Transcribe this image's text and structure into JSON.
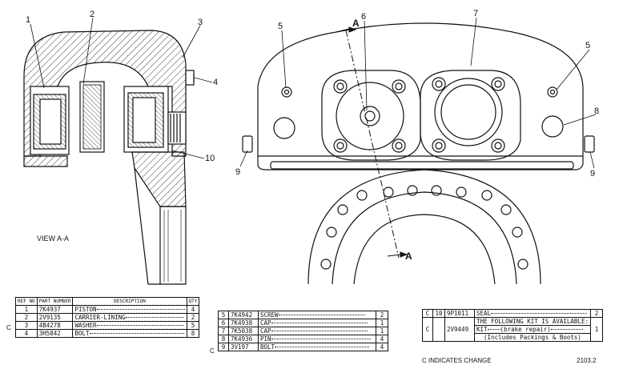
{
  "callouts": {
    "left": [
      "1",
      "2",
      "3",
      "4",
      "10"
    ],
    "right": [
      "5",
      "6",
      "7",
      "5",
      "8",
      "9",
      "9"
    ]
  },
  "view_label": "VIEW A-A",
  "section_letter": "A",
  "table_left": {
    "headers": {
      "ref": "REF NO",
      "part": "PART NUMBER",
      "desc": "DESCRIPTION",
      "qty": "QTY"
    },
    "rows": [
      {
        "change": "",
        "ref": "1",
        "part": "7K4937",
        "desc": "PISTON",
        "qty": "4"
      },
      {
        "change": "C",
        "ref": "2",
        "part": "2V9135",
        "desc": "CARRIER-LINING",
        "qty": "2"
      },
      {
        "change": "",
        "ref": "3",
        "part": "4B4278",
        "desc": "WASHER",
        "qty": "5"
      },
      {
        "change": "",
        "ref": "4",
        "part": "3H5842",
        "desc": "BOLT",
        "qty": "8"
      }
    ]
  },
  "table_mid": {
    "rows": [
      {
        "change": "",
        "ref": "5",
        "part": "7K4942",
        "desc": "SCREW",
        "qty": "2"
      },
      {
        "change": "",
        "ref": "6",
        "part": "7K4938",
        "desc": "CAP",
        "qty": "1"
      },
      {
        "change": "",
        "ref": "7",
        "part": "7K5038",
        "desc": "CAP",
        "qty": "1"
      },
      {
        "change": "",
        "ref": "8",
        "part": "7K4936",
        "desc": "PIN",
        "qty": "4"
      },
      {
        "change": "C",
        "ref": "9",
        "part": "3V197",
        "desc": "BOLT",
        "qty": "4"
      }
    ]
  },
  "table_right": {
    "row1": {
      "change": "C",
      "ref": "10",
      "part": "9P1011",
      "desc": "SEAL",
      "qty": "2"
    },
    "kit_heading": "THE FOLLOWING KIT IS AVAILABLE:",
    "row2": {
      "change": "C",
      "part": "2V9449",
      "desc": "KIT",
      "desc2": "(brake repair)",
      "note": "(Includes Packings & Boots)",
      "qty": "1"
    }
  },
  "footer": {
    "legend": "C INDICATES CHANGE",
    "code": "2103.2"
  }
}
